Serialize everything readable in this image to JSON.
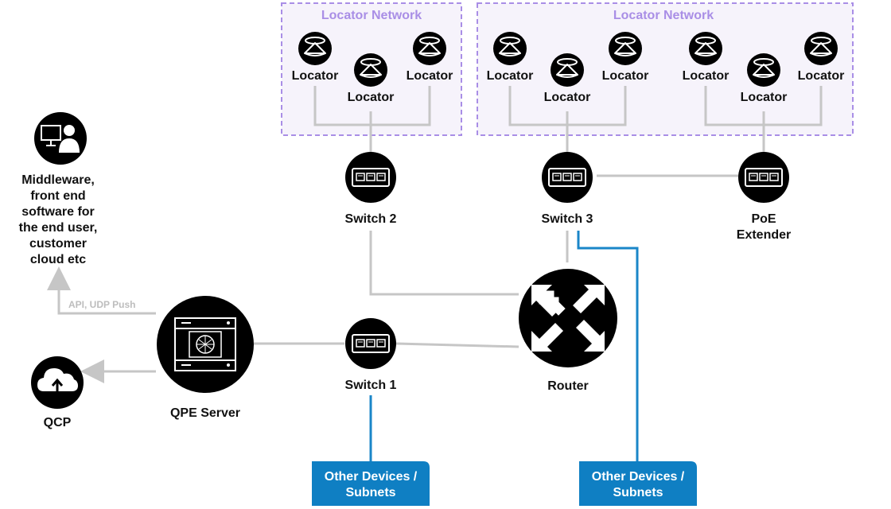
{
  "colors": {
    "line_gray": "#c6c6c6",
    "line_blue": "#1a86c8",
    "box_blue": "#0f7fc3",
    "network_border": "#a98ee6",
    "network_fill": "#f6f3fb",
    "network_title": "#a98ee6",
    "icon_black": "#000000"
  },
  "networks": [
    {
      "title": "Locator Network",
      "locator_label": "Locator"
    },
    {
      "title": "Locator Network",
      "locator_label": "Locator"
    }
  ],
  "nodes": {
    "middleware": {
      "icon": "user-workstation-icon",
      "lines": [
        "Middleware,",
        "front end",
        "software for",
        "the end user,",
        "customer",
        "cloud etc"
      ]
    },
    "qcp": {
      "icon": "cloud-upload-icon",
      "label": "QCP"
    },
    "qpe_server": {
      "icon": "server-icon",
      "label": "QPE Server"
    },
    "switch1": {
      "icon": "ethernet-switch-icon",
      "label": "Switch 1"
    },
    "switch2": {
      "icon": "ethernet-switch-icon",
      "label": "Switch 2"
    },
    "switch3": {
      "icon": "ethernet-switch-icon",
      "label": "Switch 3"
    },
    "poe_extender": {
      "icon": "ethernet-switch-icon",
      "lines": [
        "PoE",
        "Extender"
      ]
    },
    "router": {
      "icon": "router-arrows-icon",
      "label": "Router"
    }
  },
  "edge_labels": {
    "api": "API, UDP Push"
  },
  "other_devices": [
    {
      "lines": [
        "Other Devices /",
        "Subnets"
      ]
    },
    {
      "lines": [
        "Other Devices /",
        "Subnets"
      ]
    }
  ]
}
